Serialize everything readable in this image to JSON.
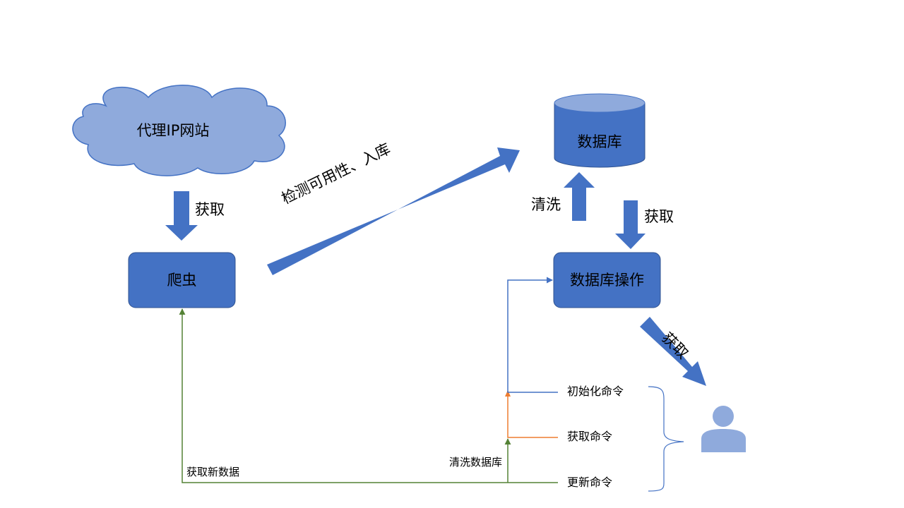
{
  "nodes": {
    "proxy_site": "代理IP网站",
    "crawler": "爬虫",
    "database": "数据库",
    "db_operation": "数据库操作"
  },
  "arrows": {
    "fetch_top": "获取",
    "check_store": "检测可用性、入库",
    "clean": "清洗",
    "fetch_db": "获取",
    "fetch_user": "获取"
  },
  "commands": {
    "init": "初始化命令",
    "get": "获取命令",
    "update": "更新命令"
  },
  "line_labels": {
    "fetch_new_data": "获取新数据",
    "clean_db": "清洗数据库"
  },
  "colors": {
    "cloud_fill": "#8faadc",
    "cloud_stroke": "#4472c4",
    "box_fill": "#4472c4",
    "box_stroke": "#2f528f",
    "arrow_fill": "#4472c4",
    "green_line": "#548235",
    "orange_line": "#ed7d31",
    "blue_line": "#4472c4",
    "user_icon": "#8faadc"
  },
  "icons": {
    "user": "person-icon"
  }
}
